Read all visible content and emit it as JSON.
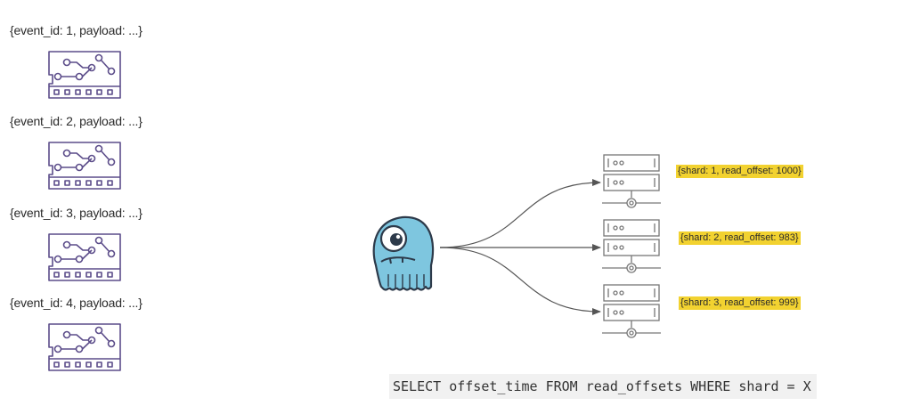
{
  "events": [
    {
      "label": "{event_id: 1, payload: ...}"
    },
    {
      "label": "{event_id: 2, payload: ...}"
    },
    {
      "label": "{event_id: 3, payload: ...}"
    },
    {
      "label": "{event_id: 4, payload: ...}"
    }
  ],
  "shards": [
    {
      "label": "{shard: 1, read_offset: 1000}"
    },
    {
      "label": "{shard: 2, read_offset: 983}"
    },
    {
      "label": "{shard: 3, read_offset: 999}"
    }
  ],
  "query": "SELECT offset_time FROM read_offsets WHERE shard = X",
  "colors": {
    "highlight": "#f2d230",
    "mascot": "#7ec6df",
    "mascot_outline": "#2d3a4a",
    "icon_stroke": "#5c4d8a",
    "server_stroke": "#777777",
    "arrow": "#555555"
  }
}
